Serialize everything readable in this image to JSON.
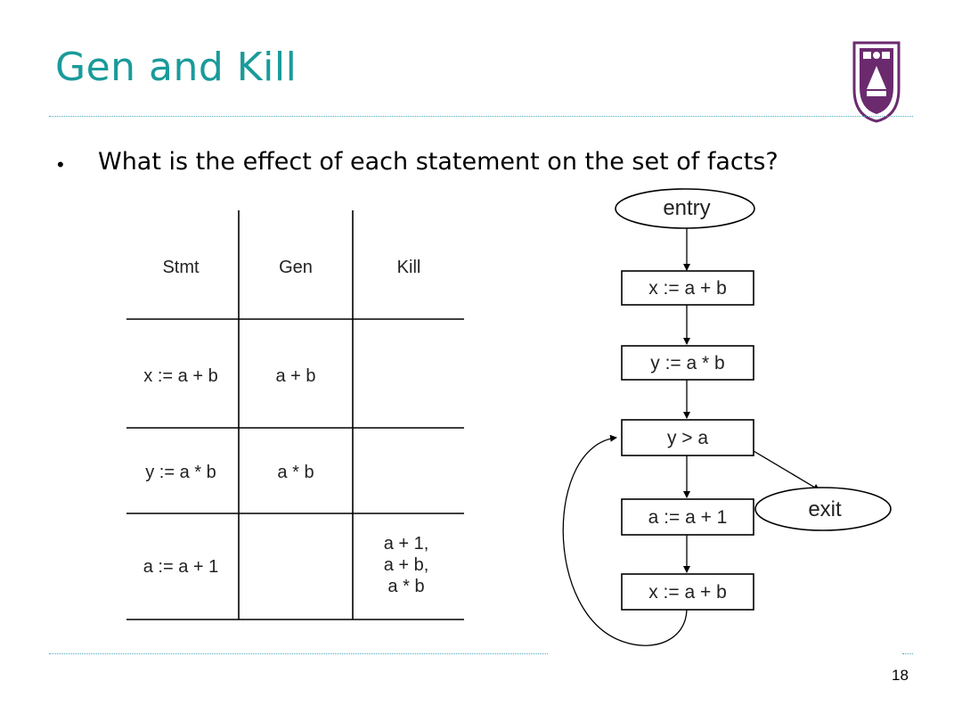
{
  "slide": {
    "title": "Gen and Kill",
    "bullet_marker": "•",
    "question": "What is the effect of each statement on the set of facts?",
    "page_number": "18"
  },
  "table": {
    "headers": [
      "Stmt",
      "Gen",
      "Kill"
    ],
    "rows": [
      {
        "stmt": "x := a + b",
        "gen": "a + b",
        "kill": []
      },
      {
        "stmt": "y := a * b",
        "gen": "a * b",
        "kill": []
      },
      {
        "stmt": "a := a + 1",
        "gen": "",
        "kill": [
          "a + 1,",
          "a + b,",
          "a * b"
        ]
      }
    ]
  },
  "flow_graph": {
    "nodes": {
      "entry": "entry",
      "n1": "x := a + b",
      "n2": "y := a * b",
      "n3": "y > a",
      "n4": "a := a + 1",
      "n5": "x := a + b",
      "exit": "exit"
    },
    "edges": [
      [
        "entry",
        "n1"
      ],
      [
        "n1",
        "n2"
      ],
      [
        "n2",
        "n3"
      ],
      [
        "n3",
        "n4"
      ],
      [
        "n3",
        "exit"
      ],
      [
        "n4",
        "n5"
      ],
      [
        "n5",
        "n3"
      ]
    ]
  },
  "colors": {
    "title": "#1a9a9a",
    "rule": "#4aa8c8",
    "logo": "#6b2a6e"
  }
}
